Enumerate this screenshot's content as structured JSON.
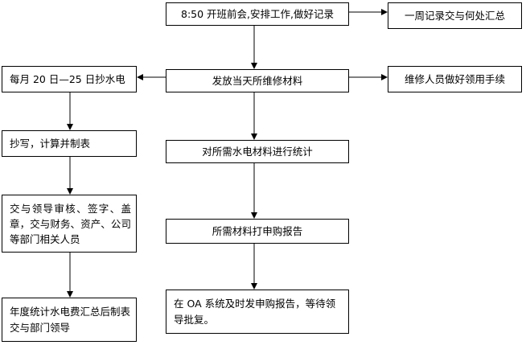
{
  "diagram": {
    "nodes": {
      "start": "8:50 开班前会,安排工作,做好记录",
      "weekly_record": "一周记录交与何处汇总",
      "issue_materials": "发放当天所维修材料",
      "repair_signoff": "维修人员做好领用手续",
      "meter_reading": "每月 20 日—25 日抄水电",
      "copy_calc": "抄写，计算并制表",
      "stats_materials": "对所需水电材料进行统计",
      "review_sign": "交与领导审核、签字、盖章，交与财务、资产、公司等部门相关人员",
      "purchase_report": "所需材料打申购报告",
      "annual_stats": "年度统计水电费汇总后制表交与部门领导",
      "oa_submit": "在 OA 系统及时发申购报告，等待领导批复。"
    },
    "edges": [
      [
        "start",
        "weekly_record"
      ],
      [
        "start",
        "issue_materials"
      ],
      [
        "issue_materials",
        "repair_signoff"
      ],
      [
        "issue_materials",
        "meter_reading"
      ],
      [
        "meter_reading",
        "copy_calc"
      ],
      [
        "issue_materials",
        "stats_materials"
      ],
      [
        "copy_calc",
        "review_sign"
      ],
      [
        "stats_materials",
        "purchase_report"
      ],
      [
        "review_sign",
        "annual_stats"
      ],
      [
        "purchase_report",
        "oa_submit"
      ]
    ]
  }
}
